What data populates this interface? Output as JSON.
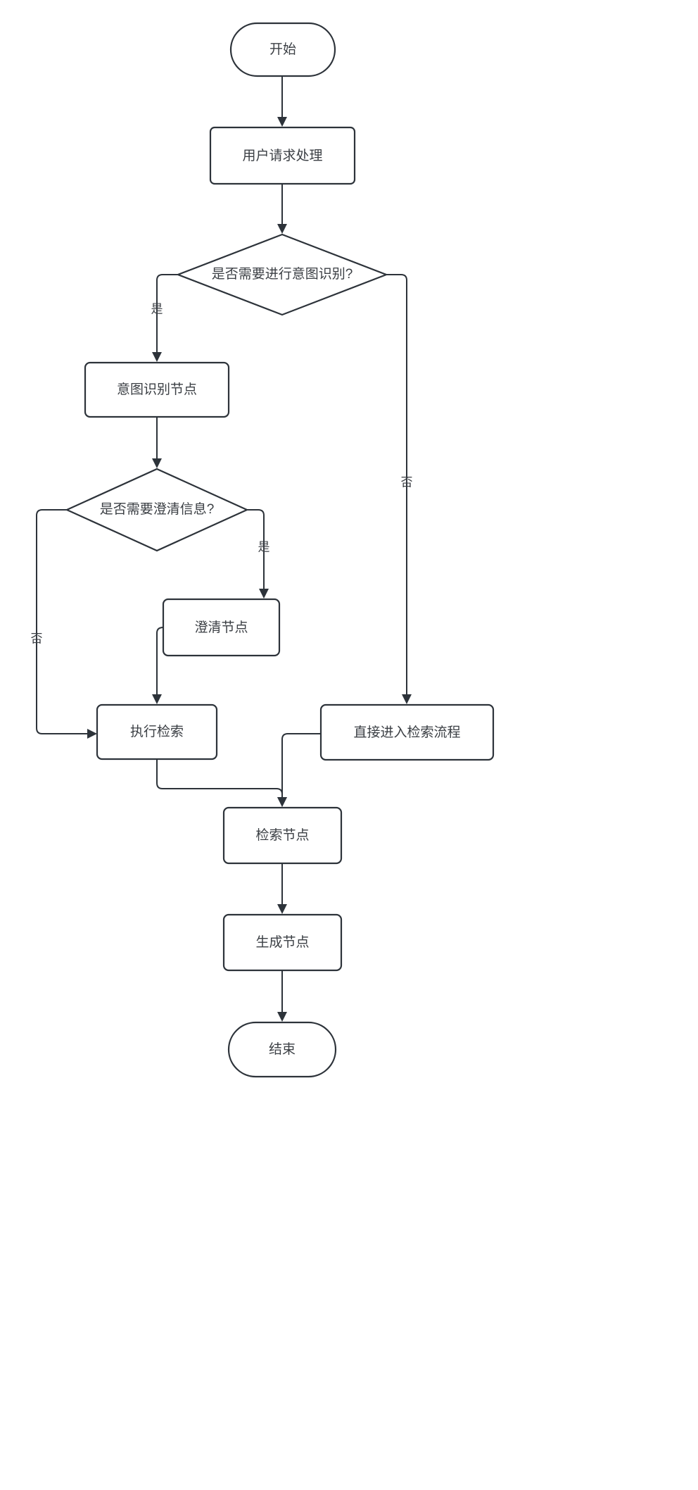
{
  "diagram": {
    "type": "flowchart",
    "direction": "top-to-bottom",
    "background_color": "#ffffff",
    "stroke_color": "#2d333a",
    "node_fill_color": "#ffffff",
    "text_color": "#3b3f44",
    "nodes": [
      {
        "id": "start",
        "label": "开始",
        "shape": "stadium"
      },
      {
        "id": "user_request",
        "label": "用户请求处理",
        "shape": "rounded-rect"
      },
      {
        "id": "need_intent",
        "label": "是否需要进行意图识别?",
        "shape": "diamond"
      },
      {
        "id": "intent_node",
        "label": "意图识别节点",
        "shape": "rounded-rect"
      },
      {
        "id": "need_clarify",
        "label": "是否需要澄清信息?",
        "shape": "diamond"
      },
      {
        "id": "clarify_node",
        "label": "澄清节点",
        "shape": "rounded-rect"
      },
      {
        "id": "do_retrieve",
        "label": "执行检索",
        "shape": "rounded-rect"
      },
      {
        "id": "direct_retrieve",
        "label": "直接进入检索流程",
        "shape": "rounded-rect"
      },
      {
        "id": "retrieve_node",
        "label": "检索节点",
        "shape": "rounded-rect"
      },
      {
        "id": "generate_node",
        "label": "生成节点",
        "shape": "rounded-rect"
      },
      {
        "id": "end",
        "label": "结束",
        "shape": "stadium"
      }
    ],
    "edges": [
      {
        "from": "start",
        "to": "user_request",
        "label": ""
      },
      {
        "from": "user_request",
        "to": "need_intent",
        "label": ""
      },
      {
        "from": "need_intent",
        "to": "intent_node",
        "label": "是"
      },
      {
        "from": "need_intent",
        "to": "direct_retrieve",
        "label": "否"
      },
      {
        "from": "intent_node",
        "to": "need_clarify",
        "label": ""
      },
      {
        "from": "need_clarify",
        "to": "clarify_node",
        "label": "是"
      },
      {
        "from": "need_clarify",
        "to": "do_retrieve",
        "label": "否"
      },
      {
        "from": "clarify_node",
        "to": "do_retrieve",
        "label": ""
      },
      {
        "from": "do_retrieve",
        "to": "retrieve_node",
        "label": ""
      },
      {
        "from": "direct_retrieve",
        "to": "retrieve_node",
        "label": ""
      },
      {
        "from": "retrieve_node",
        "to": "generate_node",
        "label": ""
      },
      {
        "from": "generate_node",
        "to": "end",
        "label": ""
      }
    ],
    "edge_labels": {
      "intent_yes": "是",
      "intent_no": "否",
      "clarify_yes": "是",
      "clarify_no": "否"
    }
  }
}
